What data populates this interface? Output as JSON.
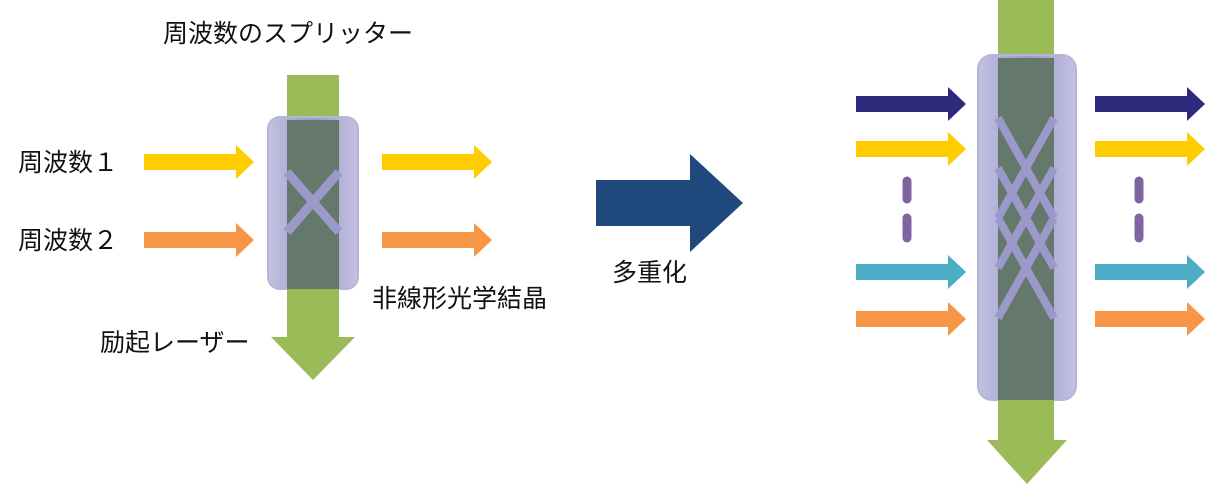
{
  "labels": {
    "title": "周波数のスプリッター",
    "freq1": "周波数１",
    "freq2": "周波数２",
    "crystal": "非線形光学結晶",
    "pump": "励起レーザー",
    "multiplex": "多重化"
  },
  "colors": {
    "pump_green": "#9bbb59",
    "crystal_lavender": "#9b99c9",
    "core_gray": "#65786c",
    "yellow": "#ffcc00",
    "orange": "#f79646",
    "navy": "#2e2a7b",
    "cyan": "#4bacc6",
    "multiplex_arrow": "#1f497d",
    "dash_purple": "#8064a2"
  }
}
